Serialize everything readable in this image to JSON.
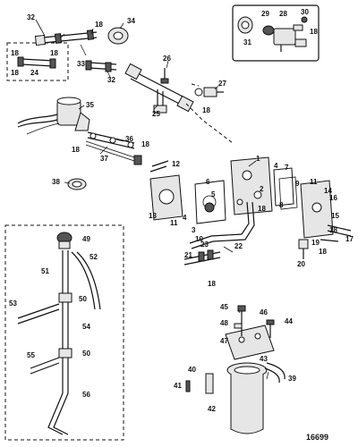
{
  "figure_id": "16699",
  "callouts": {
    "c1": "1",
    "c2": "2",
    "c3": "3",
    "c4": "4",
    "c4b": "4",
    "c5": "5",
    "c6": "6",
    "c7": "7",
    "c8": "8",
    "c9": "9",
    "c10": "10",
    "c11": "11",
    "c11b": "11",
    "c12": "12",
    "c13": "13",
    "c14": "14",
    "c15": "15",
    "c16": "16",
    "c17": "17",
    "c18a": "18",
    "c18b": "18",
    "c18c": "18",
    "c18d": "18",
    "c18e": "18",
    "c18f": "18",
    "c18g": "18",
    "c18h": "18",
    "c18i": "18",
    "c18j": "18",
    "c18k": "18",
    "c18l": "18",
    "c19": "19",
    "c20": "20",
    "c21": "21",
    "c22": "22",
    "c23": "23",
    "c24": "24",
    "c25": "25",
    "c26": "26",
    "c27": "27",
    "c28": "28",
    "c29": "29",
    "c30": "30",
    "c31": "31",
    "c32a": "32",
    "c32b": "32",
    "c33": "33",
    "c34": "34",
    "c35": "35",
    "c36": "36",
    "c37": "37",
    "c38": "38",
    "c39": "39",
    "c40": "40",
    "c41": "41",
    "c42": "42",
    "c43": "43",
    "c44": "44",
    "c45": "45",
    "c46": "46",
    "c47": "47",
    "c48": "48",
    "c49": "49",
    "c50a": "50",
    "c50b": "50",
    "c51": "51",
    "c52": "52",
    "c53": "53",
    "c54": "54",
    "c55": "55",
    "c56": "56"
  }
}
